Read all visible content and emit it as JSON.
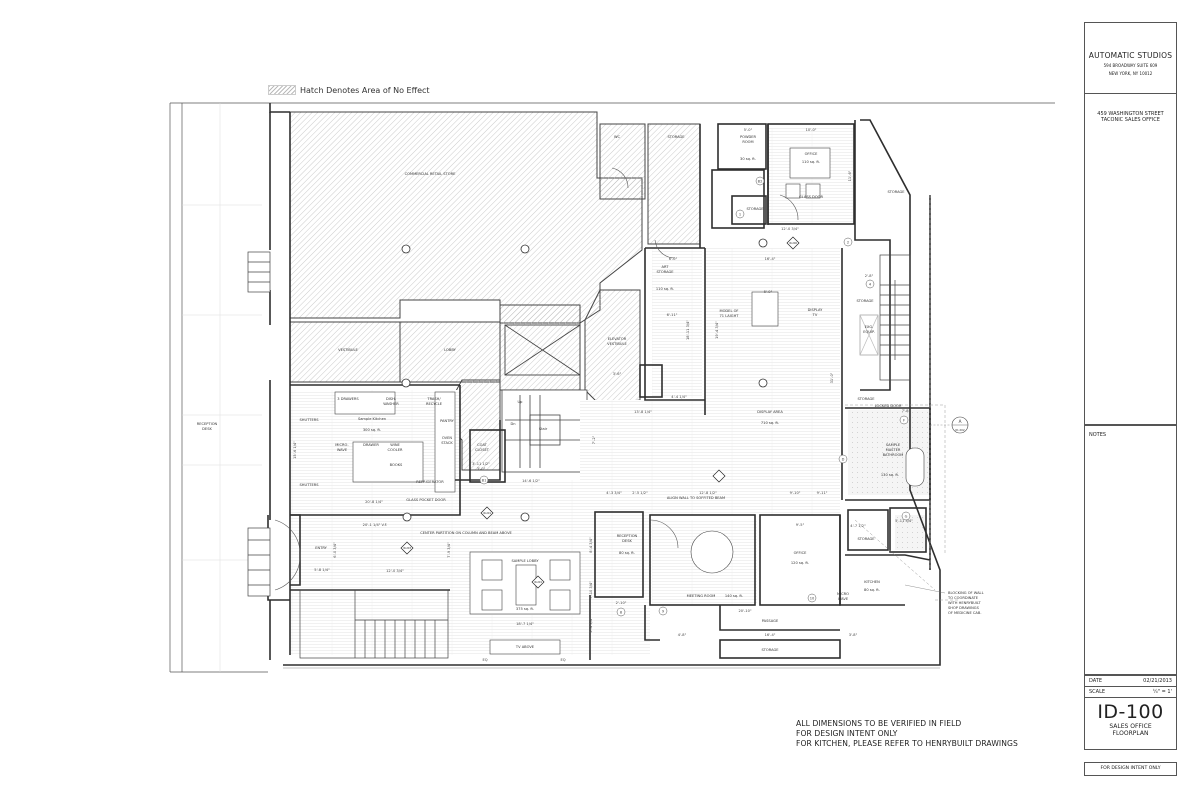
{
  "title_block": {
    "firm_name": "AUTOMATIC STUDIOS",
    "firm_address_1": "594 BROADWAY SUITE 609",
    "firm_address_2": "NEW YORK, NY 10012",
    "project_line_1": "459 WASHINGTON STREET",
    "project_line_2": "TACONIC SALES OFFICE",
    "notes_label": "NOTES",
    "date_label": "DATE",
    "date_value": "02/21/2013",
    "scale_label": "SCALE",
    "scale_value": "¼\" = 1'",
    "sheet_number": "ID-100",
    "sheet_title_1": "SALES OFFICE",
    "sheet_title_2": "FLOORPLAN",
    "footer": "FOR DESIGN INTENT ONLY"
  },
  "legend": {
    "hatch_label": "Hatch Denotes Area of No Effect"
  },
  "general_notes": [
    "ALL DIMENSIONS TO BE VERIFIED IN FIELD",
    "FOR DESIGN INTENT ONLY",
    "FOR KITCHEN, PLEASE REFER TO HENRYBUILT DRAWINGS"
  ],
  "rooms": {
    "commercial_retail_store": "COMMERCIAL RETAIL STORE",
    "wc": "WC",
    "storage_top": "STORAGE",
    "powder_room": "POWDER ROOM",
    "powder_room_area": "30 sq. ft.",
    "office_top": "OFFICE",
    "office_top_area": "110 sq. ft.",
    "glass_door": "GLASS DOOR",
    "storage_small": "STORAGE",
    "storage_right": "STORAGE",
    "storage_mid_right": "STORAGE",
    "exg_equip": "EXG. EQUIP.",
    "storage_lower_right": "STORAGE",
    "art_storage": "ART STORAGE",
    "art_storage_area": "110 sq. ft.",
    "model_label": "MODEL OF 71 LAIGHT",
    "display_tv": "DISPLAY TV",
    "elevator_vestibule": "ELEVATOR VESTIBULE",
    "vestibule": "VESTIBULE",
    "lobby": "LOBBY",
    "display_area": "DISPLAY AREA",
    "display_area_sqft": "710 sq. ft.",
    "locked_door": "LOCKED DOOR",
    "sample_master_bathroom": "SAMPLE MASTER BATHROOM",
    "bathroom_area": "130 sq. ft.",
    "sample_kitchen": "Sample Kitchen",
    "kitchen_area": "300 sq. ft.",
    "drawers": "3 DRAWERS",
    "dishwasher": "DISH-WASHER",
    "trash": "TRASH/ RECYCLE",
    "pantry": "PANTRY",
    "oven_stack": "OVEN STACK",
    "microwave": "MICRO-WAVE",
    "drawer": "DRAWER",
    "wine_cooler": "WINE COOLER",
    "books": "BOOKS",
    "refrigerator": "REFRIGERATOR",
    "shutters_1": "SHUTTERS",
    "shutters_2": "SHUTTERS",
    "glass_pocket_door": "GLASS POCKET DOOR",
    "coat_closet": "COAT CLOSET",
    "stair": "Stair",
    "up": "Up",
    "dn": "Dn",
    "reception_desk_ext": "RECEPTION DESK",
    "reception_desk": "RECEPTION DESK",
    "reception_area": "80 sq. ft.",
    "meeting_room": "MEETING ROOM",
    "meeting_area": "140 sq. ft.",
    "office_lower": "OFFICE",
    "office_lower_area": "120 sq. ft.",
    "storage_bottom_right": "STORAGE",
    "kitchen_small": "KITCHEN",
    "kitchen_small_area": "80 sq. ft.",
    "micro_wave_small": "MICRO-WAVE",
    "passage": "PASSAGE",
    "storage_bottom": "STORAGE",
    "entry": "ENTRY",
    "sample_lobby": "SAMPLE LOBBY",
    "sample_lobby_area": "375 sq. ft.",
    "tv_above": "TV ABOVE",
    "align_wall": "ALIGN WALL TO SOFFITED BEAM",
    "center_partition": "CENTER PARTITION ON COLUMN AND BEAM ABOVE",
    "blocking_note": "BLOCKING OF WALL TO COORDINATE WITH HENRYBUILT SHOP DRAWINGS OF MEDICINE CAB."
  },
  "dimensions": {
    "d_5_0": "5'-0\"",
    "d_10_0": "10'-0\"",
    "d_11_6": "11'-6\"",
    "d_12_0_34": "12'-0 3/4\"",
    "d_16_4": "16'-4\"",
    "d_6_0": "6'-0\"",
    "d_6_11": "6'-11\"",
    "d_5_0b": "5'-0\"",
    "d_4_4_14": "4'-4 1/4\"",
    "d_13_8_14": "13'-8 1/4\"",
    "d_31_0": "31'-0\"",
    "d_19_4_34": "19'-4 3/4\"",
    "d_18_11_34": "18'-11 3/4\"",
    "d_3_6": "3'-6\"",
    "d_2_8": "2'-8\"",
    "d_7_8": "7'-8\"",
    "d_9_11": "9'-11\"",
    "d_7_2": "7'-2\"",
    "d_14_6_12": "14'-6 1/2\"",
    "d_3_11_12": "3'-11 1/2\"",
    "d_3_0": "3'-0\"",
    "d_4_3_34": "4'-3 3/4\"",
    "d_2_5_12": "2'-5 1/2\"",
    "d_12_8_12": "12'-8 1/2\"",
    "d_9_10": "9'-10\"",
    "d_20_8_14": "20'-8 1/4\"",
    "d_15_6_14": "15'-6 1/4\"",
    "d_20_1_14": "20'-1 1/4\" V.F.",
    "d_8_4_34": "8'-4 3/4\"",
    "d_7_9_34": "7'-9 3/4\"",
    "d_6_0_34": "6'-0 3/4\"",
    "d_5_8_14": "5'-8 1/4\"",
    "d_12_0_34b": "12'-0 3/4\"",
    "d_7_10_34": "7'-10 3/4\"",
    "d_5_4_34": "5'-4 3/4\"",
    "d_18_7_14": "18'-7 1/4\"",
    "d_eq1": "EQ",
    "d_eq2": "EQ",
    "d_20_10": "20'-10\"",
    "d_16_4b": "16'-4\"",
    "d_4_8": "4'-8\"",
    "d_3_8": "3'-8\"",
    "d_2_10": "2'-10\"",
    "d_9_5": "9'-5\"",
    "d_4_7_12": "4'-7 1/2\"",
    "d_5_11_34": "5'-11 3/4\""
  },
  "tags": {
    "section_a": "A",
    "section_a_ref": "ID-202",
    "door_1": "1",
    "door_2": "2",
    "door_3": "3",
    "door_4": "4",
    "door_5": "5",
    "door_6": "6",
    "door_7": "7",
    "door_8": "8",
    "door_9": "9",
    "door_10": "10",
    "door_11": "11",
    "door_12": "12",
    "elev_d": "D",
    "elev_f": "F",
    "elev_g": "G",
    "elev_b2": "B2",
    "elev_b1": "B1",
    "ref_id200": "ID-200",
    "ref_id201": "ID-201",
    "ref_id203": "ID-203"
  },
  "colors": {
    "line": "#333333",
    "hatch": "#b8b8b8",
    "floor_stripe": "#e6e6e6",
    "paper": "#ffffff"
  }
}
